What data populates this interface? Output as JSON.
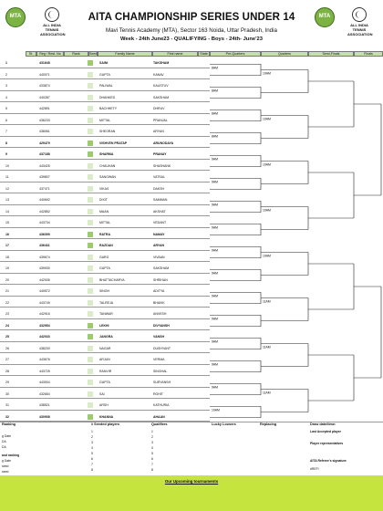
{
  "header": {
    "left_logo_text": "MTA",
    "right_logo_text": "MTA",
    "aita_tag": "ALL INDIA TENNIS ASSOCIATION",
    "title": "AITA CHAMPIONSHIP SERIES UNDER 14",
    "subtitle": "Mavi Tennis Academy (MTA), Sector 163 Noida, Uttar Pradesh, India",
    "week": "Week - 24th June23 - QUALIFYING - Boys - 24th- June'23"
  },
  "columns": [
    "St.",
    "Reg / Rest. No",
    "Rank",
    "Seed",
    "Family Name",
    "First name",
    "State",
    "Pre-Quarters",
    "Quarters",
    "Semi-Finals",
    "Finals"
  ],
  "rows": [
    {
      "no": "1",
      "reg": "431648",
      "seed": "1",
      "family": "SAINI",
      "first": "TAKSHAM",
      "seeded": true
    },
    {
      "no": "2",
      "reg": "440071",
      "seed": "",
      "family": "GUPTA",
      "first": "KANAV",
      "seeded": false
    },
    {
      "no": "3",
      "reg": "433874",
      "seed": "",
      "family": "PALIWAL",
      "first": "KAUSTUV",
      "seeded": false
    },
    {
      "no": "4",
      "reg": "440287",
      "seed": "",
      "family": "DHANKED",
      "first": "SAKSHAM",
      "seeded": false
    },
    {
      "no": "5",
      "reg": "442891",
      "seed": "",
      "family": "BACHHETY",
      "first": "DHRUV",
      "seeded": false
    },
    {
      "no": "6",
      "reg": "436233",
      "seed": "",
      "family": "MITTAL",
      "first": "PRANJAL",
      "seeded": false
    },
    {
      "no": "7",
      "reg": "438061",
      "seed": "",
      "family": "SHEORAN",
      "first": "ARYAN",
      "seeded": false
    },
    {
      "no": "8",
      "reg": "429479",
      "seed": "3",
      "family": "VISHVEN PRATAP",
      "first": "ARUNODAYA",
      "seeded": true
    },
    {
      "no": "9",
      "reg": "437188",
      "seed": "4",
      "family": "SHARMA",
      "first": "PRANAY",
      "seeded": true
    },
    {
      "no": "10",
      "reg": "443425",
      "seed": "",
      "family": "CHAUHAN",
      "first": "SHASHANK",
      "seeded": false
    },
    {
      "no": "11",
      "reg": "439807",
      "seed": "",
      "family": "SANGWAN",
      "first": "VATSAL",
      "seeded": false
    },
    {
      "no": "12",
      "reg": "437471",
      "seed": "",
      "family": "VIKAS",
      "first": "DAKSH",
      "seeded": false
    },
    {
      "no": "13",
      "reg": "440692",
      "seed": "",
      "family": "DIXIT",
      "first": "SAMMAN",
      "seeded": false
    },
    {
      "no": "14",
      "reg": "442852",
      "seed": "",
      "family": "MAAN",
      "first": "AKSHAT",
      "seeded": false
    },
    {
      "no": "15",
      "reg": "443734",
      "seed": "",
      "family": "MITTAL",
      "first": "VEDANT",
      "seeded": false
    },
    {
      "no": "16",
      "reg": "436399",
      "seed": "5",
      "family": "RATRA",
      "first": "NAMAY",
      "seeded": true
    },
    {
      "no": "17",
      "reg": "436431",
      "seed": "6",
      "family": "RAZDAN",
      "first": "ARYAN",
      "seeded": true
    },
    {
      "no": "18",
      "reg": "439674",
      "seed": "",
      "family": "GARG",
      "first": "VIVAAN",
      "seeded": false
    },
    {
      "no": "19",
      "reg": "439930",
      "seed": "",
      "family": "GUPTA",
      "first": "SAKSHAM",
      "seeded": false
    },
    {
      "no": "20",
      "reg": "442006",
      "seed": "",
      "family": "BHATTACHARYA",
      "first": "SHRIHAN",
      "seeded": false
    },
    {
      "no": "21",
      "reg": "440572",
      "seed": "",
      "family": "SINGH",
      "first": "ADITYA",
      "seeded": false
    },
    {
      "no": "22",
      "reg": "443749",
      "seed": "",
      "family": "TALREJA",
      "first": "BHAVIK",
      "seeded": false
    },
    {
      "no": "23",
      "reg": "442916",
      "seed": "",
      "family": "TANWAR",
      "first": "ANVESH",
      "seeded": false
    },
    {
      "no": "24",
      "reg": "432954",
      "seed": "1",
      "family": "LEKHI",
      "first": "DIVYANSH",
      "seeded": true
    },
    {
      "no": "25",
      "reg": "442033",
      "seed": "7",
      "family": "JANGRA",
      "first": "VANSH",
      "seeded": true
    },
    {
      "no": "26",
      "reg": "438230",
      "seed": "",
      "family": "NAGAR",
      "first": "DUSHYANT",
      "seeded": false
    },
    {
      "no": "27",
      "reg": "443676",
      "seed": "",
      "family": "ARJUN",
      "first": "VERMA",
      "seeded": false
    },
    {
      "no": "28",
      "reg": "443725",
      "seed": "",
      "family": "RANVIR",
      "first": "SINGHAL",
      "seeded": false
    },
    {
      "no": "29",
      "reg": "443004",
      "seed": "",
      "family": "GUPTA",
      "first": "SURYANSH",
      "seeded": false
    },
    {
      "no": "30",
      "reg": "432654",
      "seed": "",
      "family": "SAI",
      "first": "ROHIT",
      "seeded": false
    },
    {
      "no": "31",
      "reg": "438521",
      "seed": "",
      "family": "ARSH",
      "first": "KATHURIA",
      "seeded": false
    },
    {
      "no": "32",
      "reg": "430908",
      "seed": "2",
      "family": "KHANNA",
      "first": "AHAAN",
      "seeded": true
    }
  ],
  "bracket_labels": {
    "r1": [
      "8AM",
      "8AM",
      "8AM",
      "8AM",
      "9AM",
      "9AM",
      "9AM",
      "9AM",
      "9AM",
      "9AM",
      "9AM",
      "9AM",
      "9AM",
      "9AM",
      "9AM",
      "10AM"
    ],
    "r2": [
      "10AM",
      "10AM",
      "10AM",
      "10AM",
      "10AM",
      "11AM",
      "11AM",
      "11AM"
    ]
  },
  "bottom": {
    "col1_header": "Ranking",
    "col1_items": [
      "",
      "g Date",
      "DA",
      "DA"
    ],
    "col1_header2": "and ranking",
    "col1_items2": [
      "g Date",
      "seed",
      "seed"
    ],
    "seed_header": "#  Seeded players",
    "seed_nums": [
      "1",
      "2",
      "3",
      "4",
      "5",
      "6",
      "7",
      "8"
    ],
    "qual_header": "Qualifiers",
    "qual_nums": [
      "1",
      "2",
      "3",
      "4",
      "5",
      "6",
      "7",
      "8"
    ],
    "ll_header": "Lucky Loosers",
    "repl_header": "Replacing",
    "draw_header": "Draw date/time:",
    "draw_items": [
      "Last Accepted player",
      "Player representatives",
      "",
      "AITA Referee's signature",
      "#REF!"
    ]
  },
  "footer": {
    "text": "Our Upcoming tournaments"
  }
}
